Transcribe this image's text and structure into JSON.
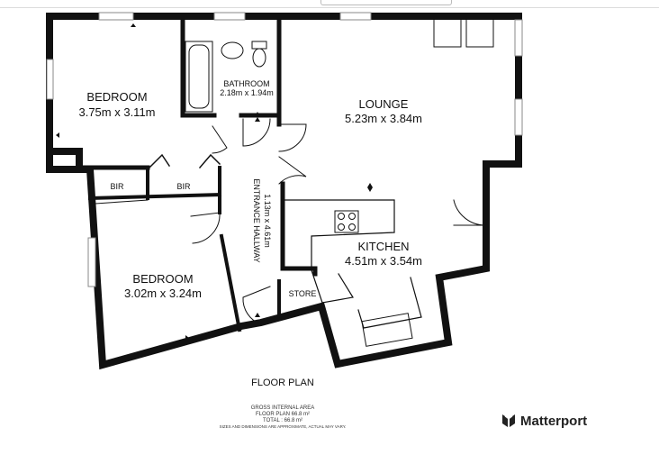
{
  "rooms": {
    "bedroom1": {
      "name": "BEDROOM",
      "size": "3.75m x 3.11m"
    },
    "bathroom": {
      "name": "BATHROOM",
      "size": "2.18m x 1.94m"
    },
    "lounge": {
      "name": "LOUNGE",
      "size": "5.23m x 3.84m"
    },
    "bir1": {
      "name": "BIR"
    },
    "bir2": {
      "name": "BIR"
    },
    "hallway": {
      "name": "ENTRANCE HALLWAY",
      "size": "1.13m x 4.61m"
    },
    "kitchen": {
      "name": "KITCHEN",
      "size": "4.51m x 3.54m"
    },
    "bedroom2": {
      "name": "BEDROOM",
      "size": "3.02m x 3.24m"
    },
    "store": {
      "name": "STORE"
    }
  },
  "plan_title": "FLOOR PLAN",
  "area": {
    "heading": "GROSS INTERNAL AREA",
    "floor_line": "FLOOR PLAN 66.8 m²",
    "total_line": "TOTAL : 66.8 m²",
    "disclaimer": "SIZES AND DIMENSIONS ARE APPROXIMATE, ACTUAL MAY VARY."
  },
  "brand": {
    "name": "Matterport",
    "icon": "matterport-logo-icon"
  },
  "colors": {
    "wall": "#111111",
    "background": "#ffffff"
  }
}
